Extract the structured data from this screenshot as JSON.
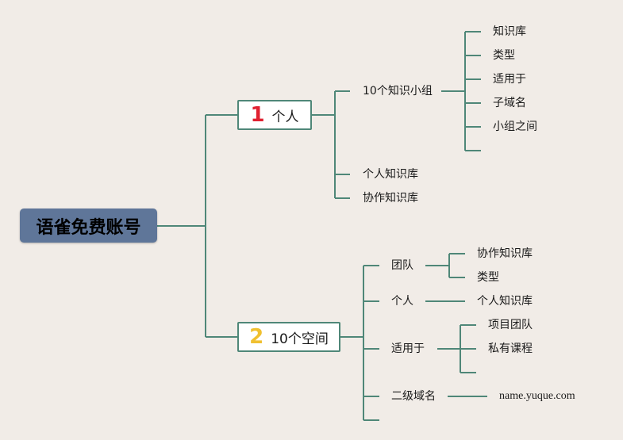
{
  "root": "语雀免费账号",
  "branch1": {
    "number": "1",
    "title": "个人",
    "children": {
      "group": "10个知识小组",
      "group_items": [
        "知识库",
        "类型",
        "适用于",
        "子域名",
        "小组之间"
      ],
      "kb": "个人知识库",
      "collab": "协作知识库"
    }
  },
  "branch2": {
    "number": "2",
    "title": "10个空间",
    "children": {
      "team": "团队",
      "team_items": [
        "协作知识库",
        "类型"
      ],
      "personal": "个人",
      "personal_item": "个人知识库",
      "applies": "适用于",
      "applies_items": [
        "项目团队",
        "私有课程"
      ],
      "domain": "二级域名",
      "domain_item": "name.yuque.com"
    }
  },
  "colors": {
    "line": "#4f8778",
    "root_bg": "#5f7699",
    "num1": "#e02030",
    "num2": "#f0c030"
  }
}
